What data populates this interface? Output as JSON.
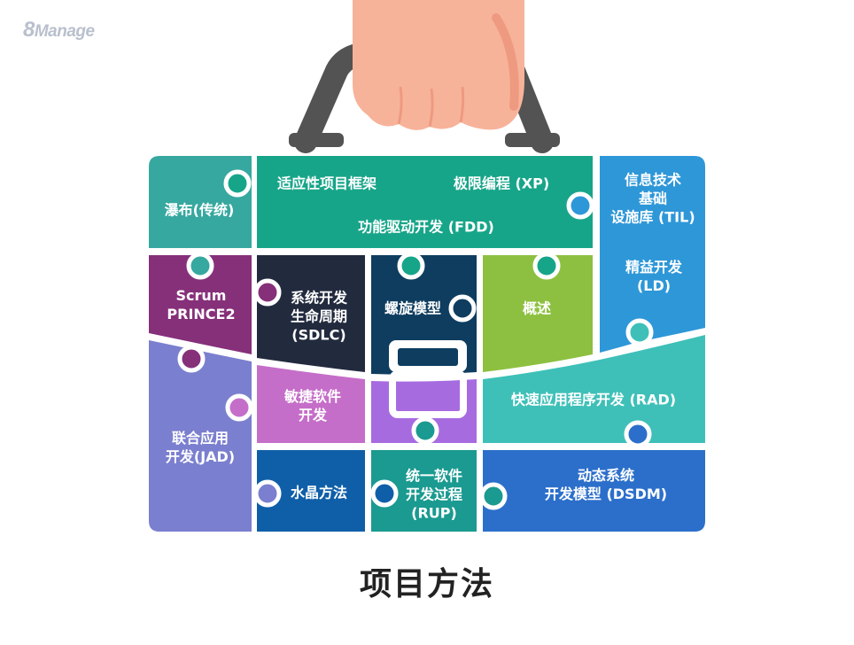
{
  "logo": {
    "num": "8",
    "text": "Manage"
  },
  "title": "项目方法",
  "colors": {
    "waterfall": "#36a8a0",
    "framework": "#17a589",
    "itil": "#2e97d8",
    "scrum": "#86307a",
    "sdlc": "#222a3e",
    "spiral": "#0e3d5f",
    "overview": "#8dc040",
    "jad": "#7b7fcf",
    "agile": "#c56ec9",
    "rad": "#3ec0b8",
    "crystal": "#0f5fa8",
    "rup": "#1a9a90",
    "dsdm": "#2c6fcb",
    "hand": "#f7b39a",
    "handle": "#535353"
  },
  "pieces": {
    "waterfall": [
      "瀑布(传统)"
    ],
    "framework_left": [
      "适应性项目框架"
    ],
    "framework_right": [
      "极限编程 (XP)"
    ],
    "framework_bottom": [
      "功能驱动开发 (FDD)"
    ],
    "itil": [
      "信息技术",
      "基础",
      "设施库 (TIL)"
    ],
    "lean": [
      "精益开发",
      "(LD)"
    ],
    "scrum": [
      "Scrum",
      "PRINCE2"
    ],
    "sdlc": [
      "系统开发",
      "生命周期",
      "(SDLC)"
    ],
    "spiral": [
      "螺旋模型"
    ],
    "overview": [
      "概述"
    ],
    "jad": [
      "联合应用",
      "开发(JAD)"
    ],
    "agile": [
      "敏捷软件",
      "开发"
    ],
    "rad": [
      "快速应用程序开发 (RAD)"
    ],
    "crystal": [
      "水晶方法"
    ],
    "rup": [
      "统一软件",
      "开发过程",
      "(RUP)"
    ],
    "dsdm": [
      "动态系统",
      "开发模型 (DSDM)"
    ]
  }
}
